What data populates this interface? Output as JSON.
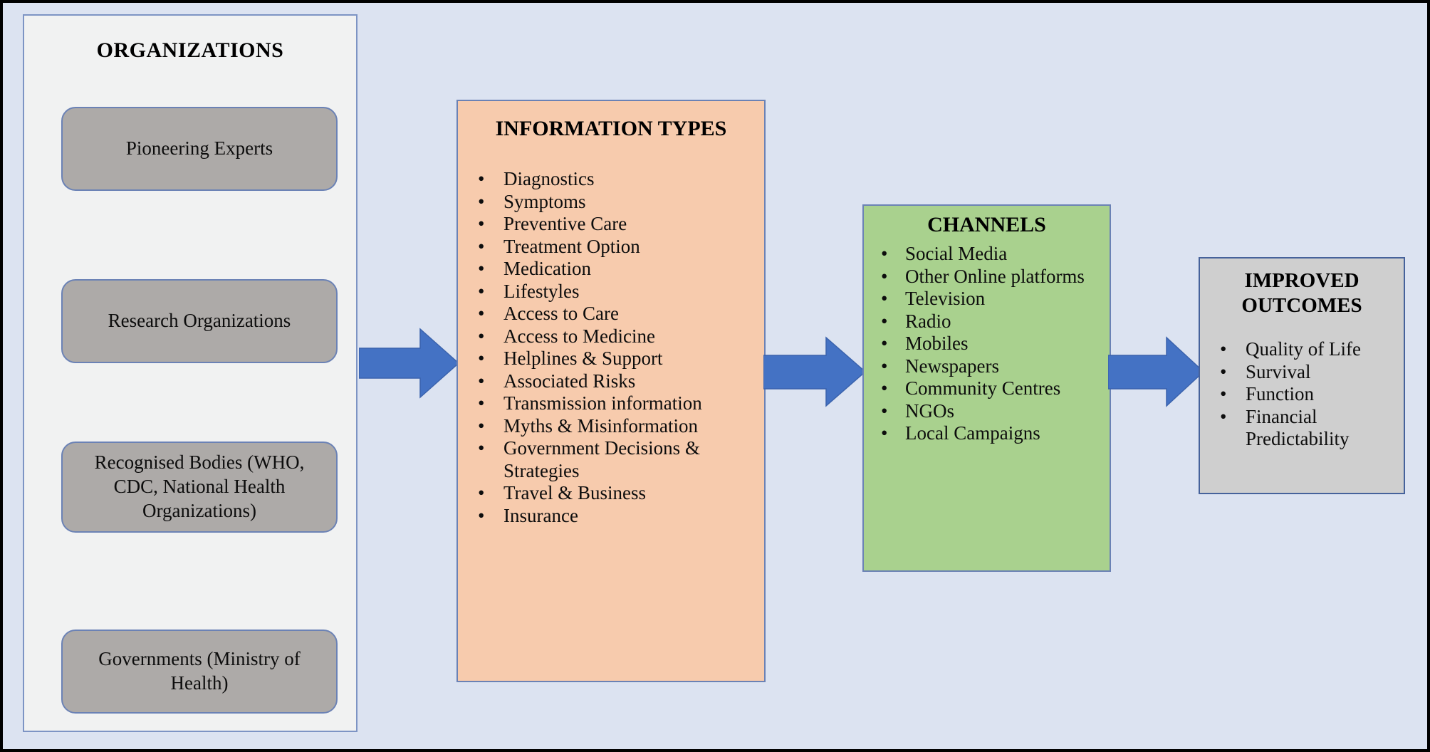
{
  "diagram": {
    "title": "Health information flow from organizations to improved outcomes",
    "background_color": "#dce3f1",
    "frame_color": "#000000",
    "arrow_color": "#4472c4"
  },
  "organizations": {
    "title": "ORGANIZATIONS",
    "panel_color": "#f1f2f2",
    "box_color": "#adaaa8",
    "items": [
      {
        "label": "Pioneering Experts"
      },
      {
        "label": "Research Organizations"
      },
      {
        "label": "Recognised Bodies (WHO, CDC, National Health Organizations)"
      },
      {
        "label": "Governments (Ministry of Health)"
      }
    ]
  },
  "information_types": {
    "title": "INFORMATION TYPES",
    "panel_color": "#f7cbad",
    "items": [
      "Diagnostics",
      "Symptoms",
      "Preventive Care",
      "Treatment Option",
      "Medication",
      "Lifestyles",
      "Access to Care",
      "Access to Medicine",
      "Helplines & Support",
      "Associated Risks",
      "Transmission information",
      "Myths & Misinformation",
      "Government Decisions & Strategies",
      "Travel & Business",
      "Insurance"
    ]
  },
  "channels": {
    "title": "CHANNELS",
    "panel_color": "#a9d18e",
    "items": [
      "Social Media",
      "Other Online platforms",
      "Television",
      "Radio",
      "Mobiles",
      "Newspapers",
      "Community Centres",
      "NGOs",
      "Local Campaigns"
    ]
  },
  "improved_outcomes": {
    "title": "IMPROVED OUTCOMES",
    "panel_color": "#cfcfcf",
    "items": [
      "Quality of Life",
      "Survival",
      "Function",
      "Financial Predictability"
    ]
  },
  "arrows": [
    {
      "name": "organizations-to-information-types",
      "direction": "right"
    },
    {
      "name": "information-types-to-channels",
      "direction": "right"
    },
    {
      "name": "channels-to-improved-outcomes",
      "direction": "right"
    }
  ]
}
